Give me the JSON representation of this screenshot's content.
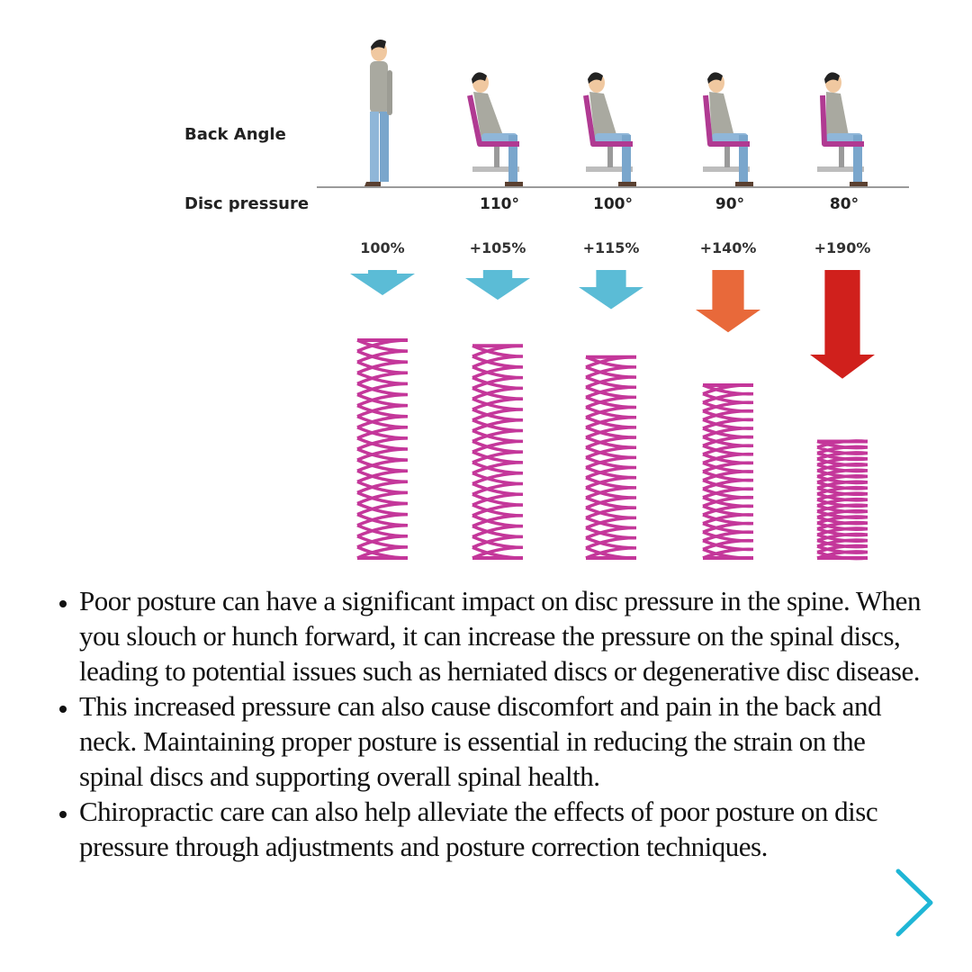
{
  "figure": {
    "row_label_back_angle": "Back Angle",
    "row_label_disc_pressure": "Disc pressure",
    "columns": [
      {
        "posture": "standing",
        "angle": "",
        "pressure": "100%",
        "arrow_color": "#5bbcd6",
        "compression": 0.0
      },
      {
        "posture": "sitting",
        "angle": "110°",
        "pressure": "+105%",
        "arrow_color": "#5bbcd6",
        "compression": 0.05
      },
      {
        "posture": "sitting",
        "angle": "100°",
        "pressure": "+115%",
        "arrow_color": "#5bbcd6",
        "compression": 0.15
      },
      {
        "posture": "sitting",
        "angle": "90°",
        "pressure": "+140%",
        "arrow_color": "#e8693a",
        "compression": 0.4
      },
      {
        "posture": "sitting",
        "angle": "80°",
        "pressure": "+190%",
        "arrow_color": "#d0201c",
        "compression": 0.9
      }
    ],
    "spring_color": "#c4379a"
  },
  "bullets": [
    "Poor posture can have a significant impact on disc pressure in the spine. When you slouch or hunch forward, it can increase the pressure on the spinal discs, leading to potential issues such as herniated discs or degenerative disc disease.",
    "This increased pressure can also cause discomfort and pain in the back and neck. Maintaining proper posture is essential in reducing the strain on the spinal discs and supporting overall spinal health.",
    "Chiropractic care can also help alleviate the effects of poor posture on disc pressure through adjustments and posture correction techniques."
  ],
  "nav": {
    "next_icon": "chevron-right-icon",
    "accent": "#1fb6d6"
  }
}
